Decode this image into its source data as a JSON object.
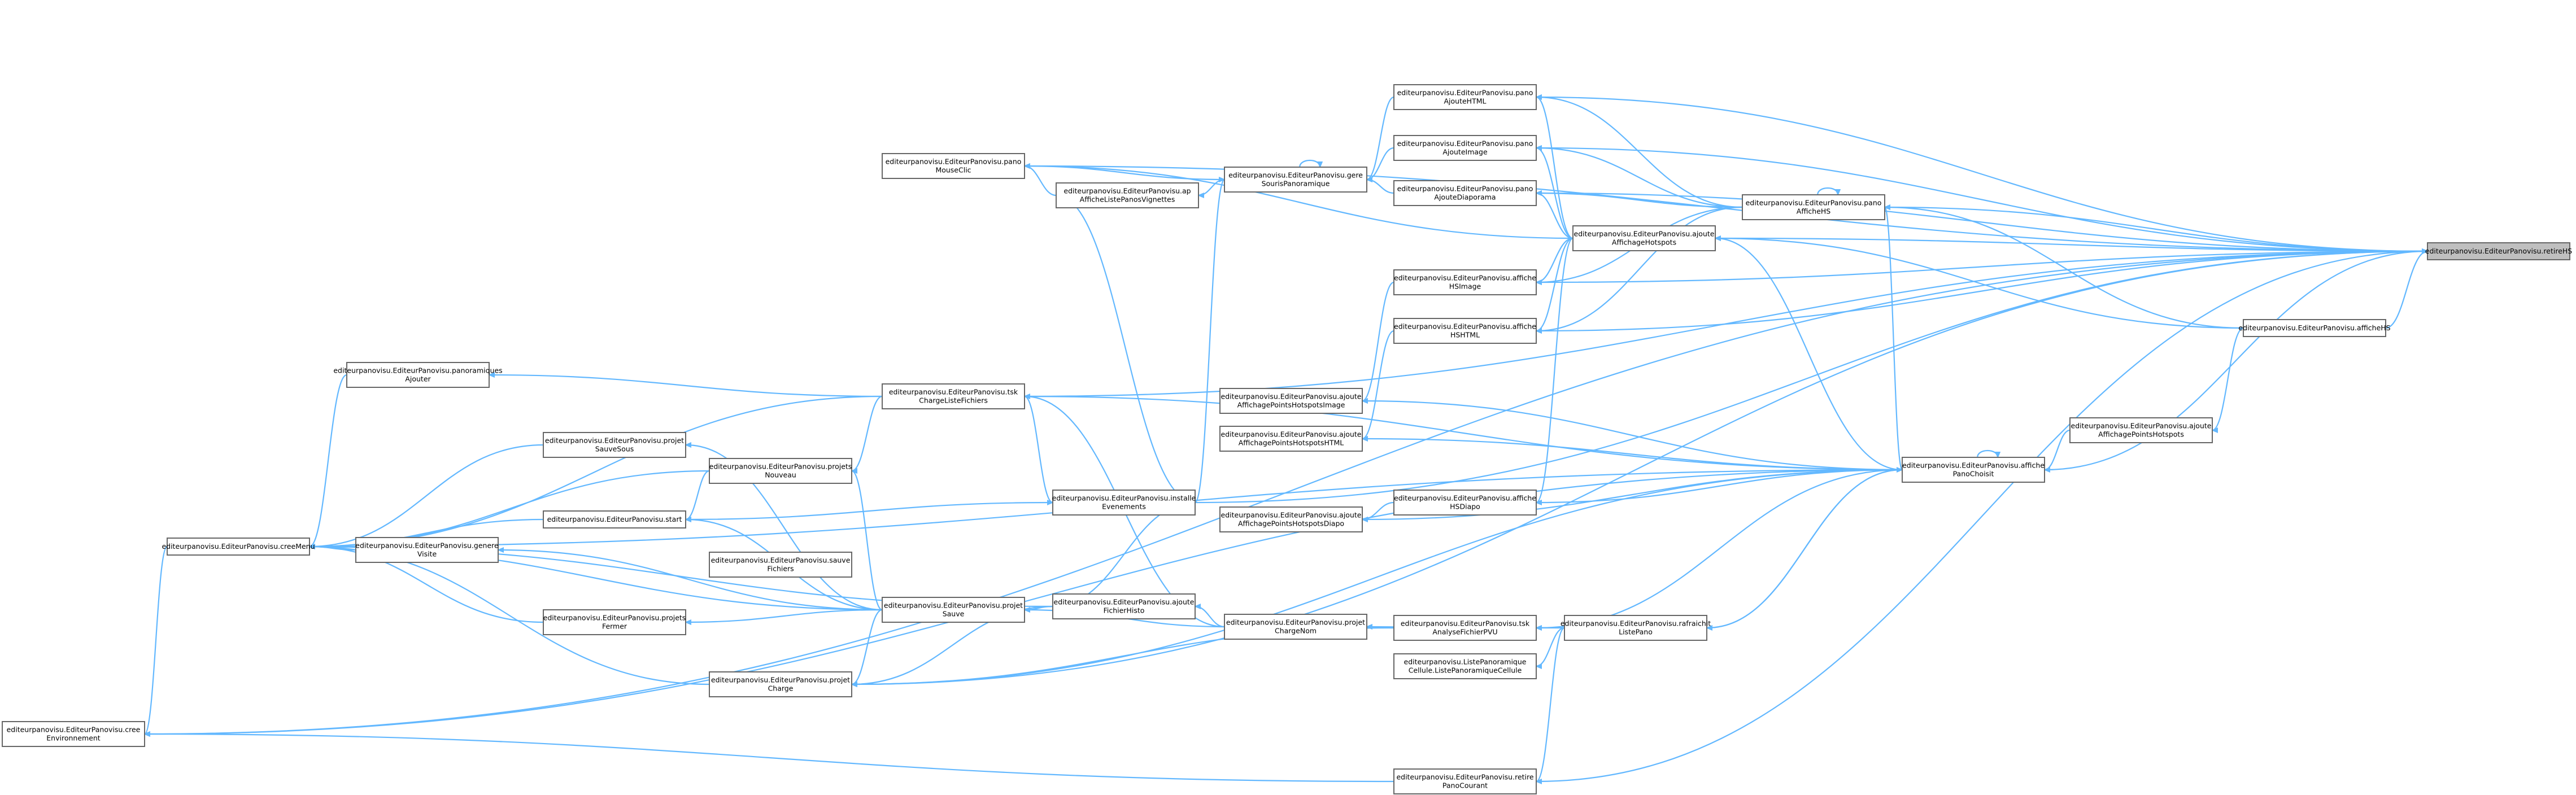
{
  "title": "",
  "colors": {
    "edge": "#63b8ff",
    "node_border": "#666666",
    "root_fill": "#bfbfbf",
    "node_fill": "#ffffff"
  },
  "nodes": [
    {
      "id": "root",
      "lines": [
        "editeurpanovisu.EditeurPanovisu.retireHS"
      ],
      "root": true
    },
    {
      "id": "ajouteHTML",
      "lines": [
        "editeurpanovisu.EditeurPanovisu.pano",
        "AjouteHTML"
      ]
    },
    {
      "id": "ajouteImage",
      "lines": [
        "editeurpanovisu.EditeurPanovisu.pano",
        "AjouteImage"
      ]
    },
    {
      "id": "ajouteDiaporama",
      "lines": [
        "editeurpanovisu.EditeurPanovisu.pano",
        "AjouteDiaporama"
      ]
    },
    {
      "id": "paneAfficheHS",
      "lines": [
        "editeurpanovisu.EditeurPanovisu.pano",
        "AfficheHS"
      ]
    },
    {
      "id": "ajouteAffichageHotspots",
      "lines": [
        "editeurpanovisu.EditeurPanovisu.ajoute",
        "AffichageHotspots"
      ]
    },
    {
      "id": "afficheHSImage",
      "lines": [
        "editeurpanovisu.EditeurPanovisu.affiche",
        "HSImage"
      ]
    },
    {
      "id": "afficheHSHTML",
      "lines": [
        "editeurpanovisu.EditeurPanovisu.affiche",
        "HSHTML"
      ]
    },
    {
      "id": "gereSourisPanoramique",
      "lines": [
        "editeurpanovisu.EditeurPanovisu.gere",
        "SourisPanoramique"
      ]
    },
    {
      "id": "panoMouseClic",
      "lines": [
        "editeurpanovisu.EditeurPanovisu.pano",
        "MouseClic"
      ]
    },
    {
      "id": "apAfficheListePanosVignettes",
      "lines": [
        "editeurpanovisu.EditeurPanovisu.ap",
        "AfficheListePanosVignettes"
      ]
    },
    {
      "id": "afficheHS",
      "lines": [
        "editeurpanovisu.EditeurPanovisu.afficheHS"
      ]
    },
    {
      "id": "ajouteAffichagePointsHotspots",
      "lines": [
        "editeurpanovisu.EditeurPanovisu.ajoute",
        "AffichagePointsHotspots"
      ]
    },
    {
      "id": "afficheNodeClic",
      "lines": [
        "editeurpanovisu.EditeurPanovisu.affiche",
        "PanoChoisit"
      ]
    },
    {
      "id": "ajoutePointsHotspotsImage",
      "lines": [
        "editeurpanovisu.EditeurPanovisu.ajoute",
        "AffichagePointsHotspotsImage"
      ]
    },
    {
      "id": "ajoutePointsHotspotsHTML",
      "lines": [
        "editeurpanovisu.EditeurPanovisu.ajoute",
        "AffichagePointsHotspotsHTML"
      ]
    },
    {
      "id": "ajoutePointsHotspotsDiapo",
      "lines": [
        "editeurpanovisu.EditeurPanovisu.ajoute",
        "AffichagePointsHotspotsDiapo"
      ]
    },
    {
      "id": "afficheHSDiapo",
      "lines": [
        "editeurpanovisu.EditeurPanovisu.affiche",
        "HSDiapo"
      ]
    },
    {
      "id": "tskChargeListeFichiers",
      "lines": [
        "editeurpanovisu.EditeurPanovisu.tsk",
        "ChargeListeFichiers"
      ]
    },
    {
      "id": "panoramiquesAjouter",
      "lines": [
        "editeurpanovisu.EditeurPanovisu.panoramiques",
        "Ajouter"
      ]
    },
    {
      "id": "projetSauveSous",
      "lines": [
        "editeurpanovisu.EditeurPanovisu.projet",
        "SauveSous"
      ]
    },
    {
      "id": "projetsNouveau",
      "lines": [
        "editeurpanovisu.EditeurPanovisu.projets",
        "Nouveau"
      ]
    },
    {
      "id": "installeEvenements",
      "lines": [
        "editeurpanovisu.EditeurPanovisu.installe",
        "Evenements"
      ]
    },
    {
      "id": "start",
      "lines": [
        "editeurpanovisu.EditeurPanovisu.start"
      ]
    },
    {
      "id": "creeMenu",
      "lines": [
        "editeurpanovisu.EditeurPanovisu.creeMenu"
      ]
    },
    {
      "id": "genereVisite",
      "lines": [
        "editeurpanovisu.EditeurPanovisu.genere",
        "Visite"
      ]
    },
    {
      "id": "sauveFichiers",
      "lines": [
        "editeurpanovisu.EditeurPanovisu.sauve",
        "Fichiers"
      ]
    },
    {
      "id": "projetSauve",
      "lines": [
        "editeurpanovisu.EditeurPanovisu.projet",
        "Sauve"
      ]
    },
    {
      "id": "ajouteFichierHisto",
      "lines": [
        "editeurpanovisu.EditeurPanovisu.ajoute",
        "FichierHisto"
      ]
    },
    {
      "id": "projetsFermer",
      "lines": [
        "editeurpanovisu.EditeurPanovisu.projets",
        "Fermer"
      ]
    },
    {
      "id": "projetChargeNom",
      "lines": [
        "editeurpanovisu.EditeurPanovisu.projet",
        "ChargeNom"
      ]
    },
    {
      "id": "tskAnalyseFichierPVU",
      "lines": [
        "editeurpanovisu.EditeurPanovisu.tsk",
        "AnalyseFichierPVU"
      ]
    },
    {
      "id": "rafraichitListePano",
      "lines": [
        "editeurpanovisu.EditeurPanovisu.rafraichit",
        "ListePano"
      ]
    },
    {
      "id": "listePanoramiqueCellule",
      "lines": [
        "editeurpanovisu.ListePanoramique",
        "Cellule.ListePanoramiqueCellule"
      ]
    },
    {
      "id": "projetCharge",
      "lines": [
        "editeurpanovisu.EditeurPanovisu.projet",
        "Charge"
      ]
    },
    {
      "id": "creeEnvironnement",
      "lines": [
        "editeurpanovisu.EditeurPanovisu.cree",
        "Environnement"
      ]
    },
    {
      "id": "retirePanoCourant",
      "lines": [
        "editeurpanovisu.EditeurPanovisu.retire",
        "PanoCourant"
      ]
    }
  ]
}
